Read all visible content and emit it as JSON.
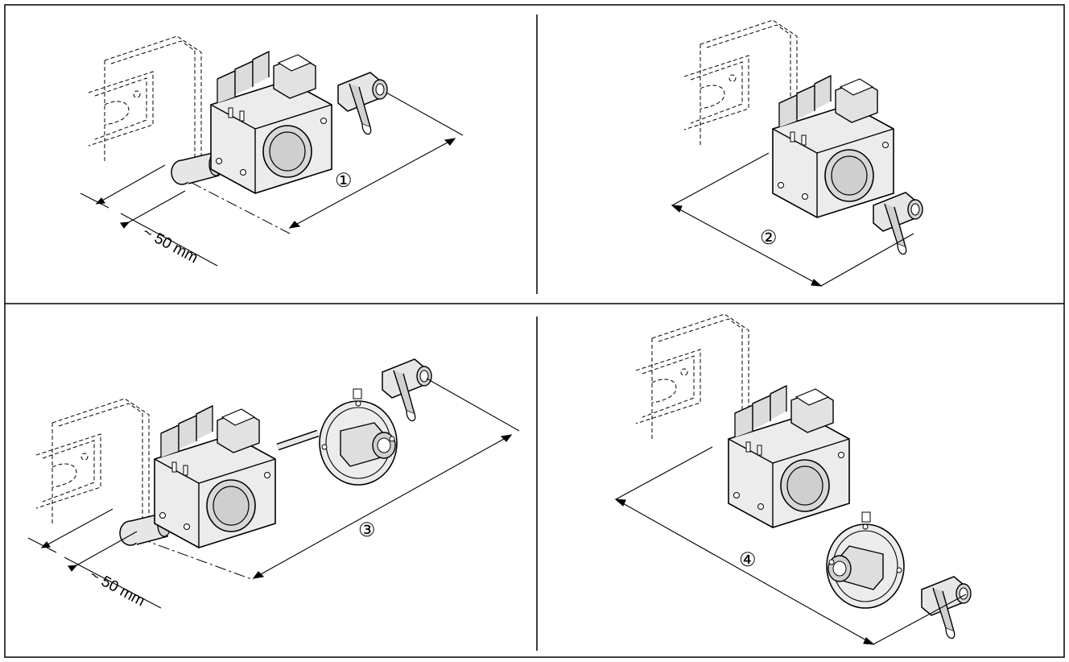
{
  "panels": [
    {
      "number": "①",
      "clearance": "~ 50 mm"
    },
    {
      "number": "②"
    },
    {
      "number": "③",
      "clearance": "~ 50 mm"
    },
    {
      "number": "④"
    }
  ],
  "colors": {
    "line": "#000000",
    "background": "#ffffff",
    "body": "#e9e9e9",
    "shade": "#bdbdbd"
  },
  "icons": [
    "boiler-outline-dashed",
    "gas-valve",
    "shut-off-ball-valve",
    "pressure-regulator",
    "elbow-fitting"
  ]
}
